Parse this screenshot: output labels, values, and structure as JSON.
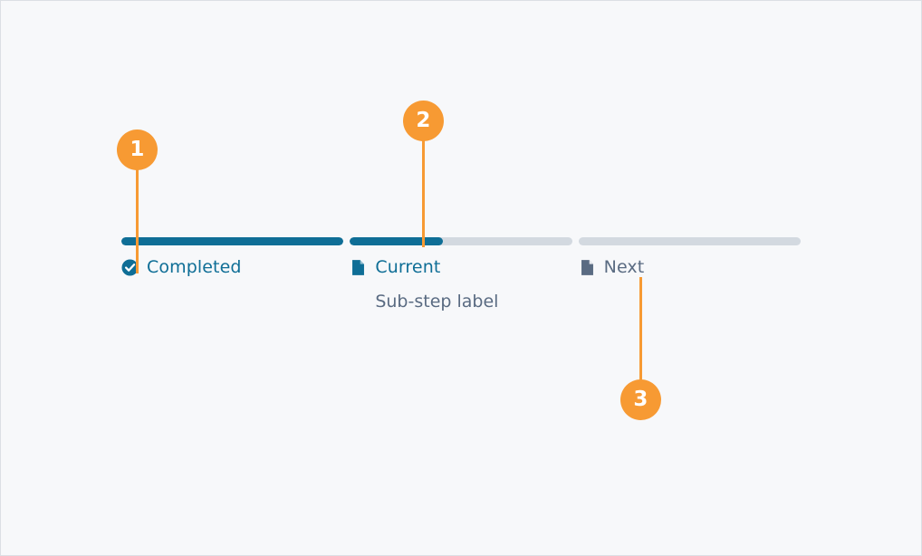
{
  "page": {
    "background_color": "#f7f8fa",
    "border_color": "#dcdfe4"
  },
  "colors": {
    "accent_complete": "#0f6e96",
    "track_empty": "#d3d9e0",
    "annotation": "#f79a33",
    "muted_text": "#5a6b82"
  },
  "progress": {
    "steps": [
      {
        "label": "Completed",
        "state": "done",
        "icon": "check-circle-icon",
        "fill_percent": 100,
        "sub_label": null
      },
      {
        "label": "Current",
        "state": "current",
        "icon": "document-icon",
        "fill_percent": 42,
        "sub_label": "Sub-step label"
      },
      {
        "label": "Next",
        "state": "upcoming",
        "icon": "document-icon",
        "fill_percent": 0,
        "sub_label": null
      }
    ]
  },
  "annotations": [
    {
      "number": "1",
      "target": "step-1-completed-marker"
    },
    {
      "number": "2",
      "target": "step-2-progress-fill-end"
    },
    {
      "number": "3",
      "target": "step-3-next-label"
    }
  ]
}
